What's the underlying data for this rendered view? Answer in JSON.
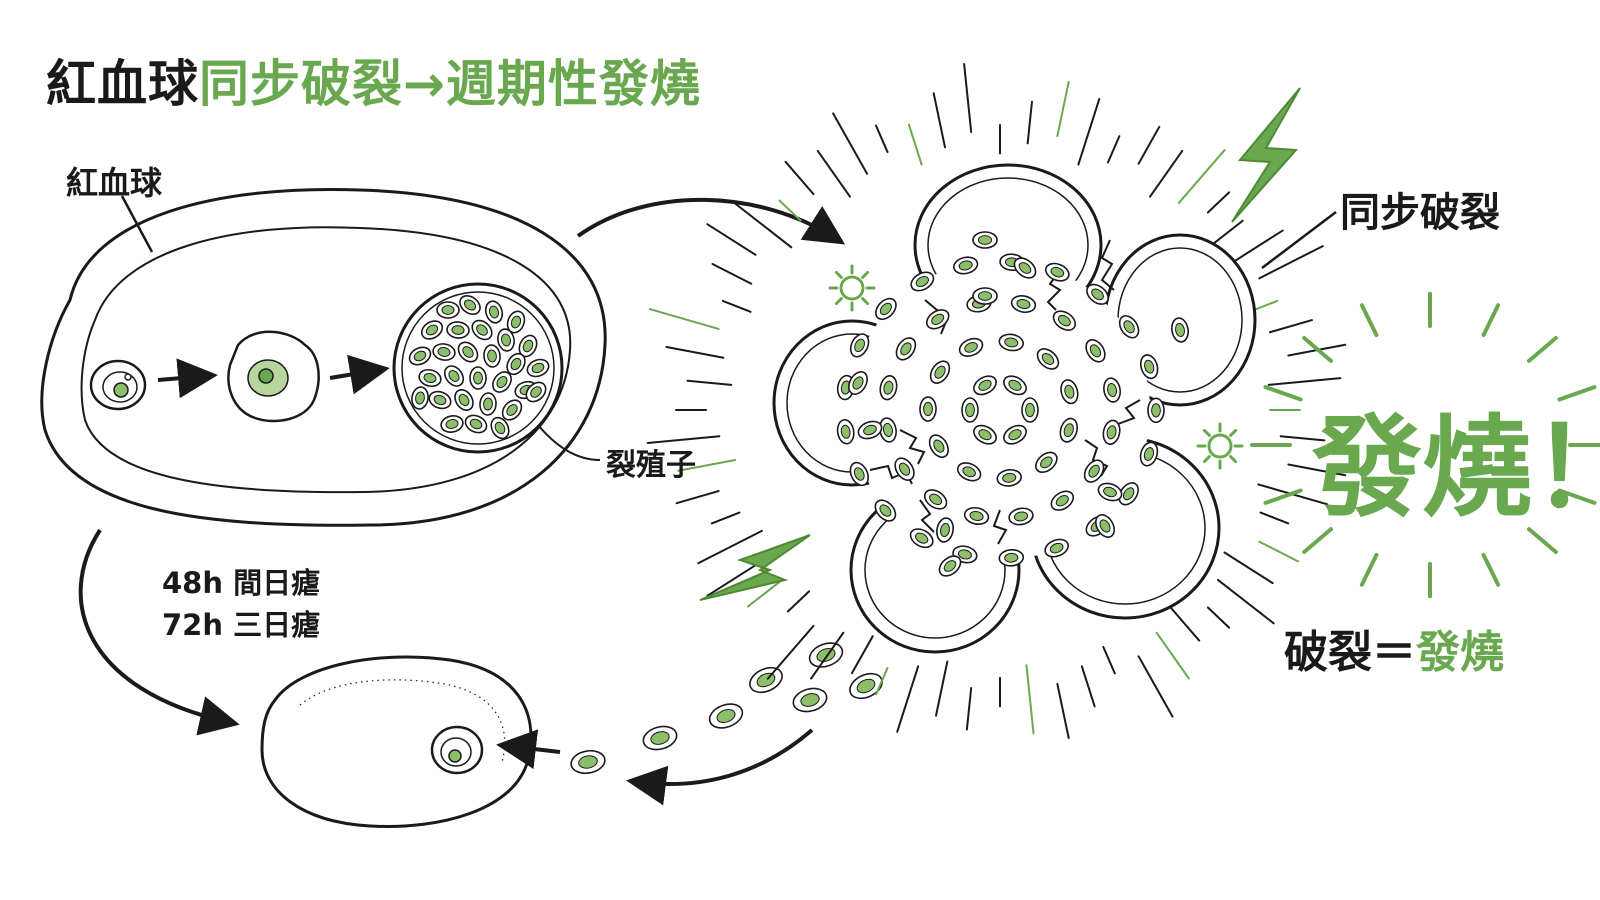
{
  "title": {
    "part_black": "紅血球",
    "part_green": "同步破裂→週期性發燒"
  },
  "labels": {
    "red_blood_cell": "紅血球",
    "schizont": "裂殖子",
    "cycle_48h": "48h 間日瘧",
    "cycle_72h": "72h 三日瘧",
    "synchronous_rupture": "同步破裂",
    "fever": "發燒！",
    "equation_left": "破裂＝",
    "equation_right": "發燒"
  },
  "colors": {
    "accent_green": "#6aa84f",
    "ink": "#1a1a1a",
    "parasite_fill": "#8cbf6a"
  },
  "icons": [
    "arrow-icon",
    "lightning-icon",
    "sun-icon"
  ]
}
